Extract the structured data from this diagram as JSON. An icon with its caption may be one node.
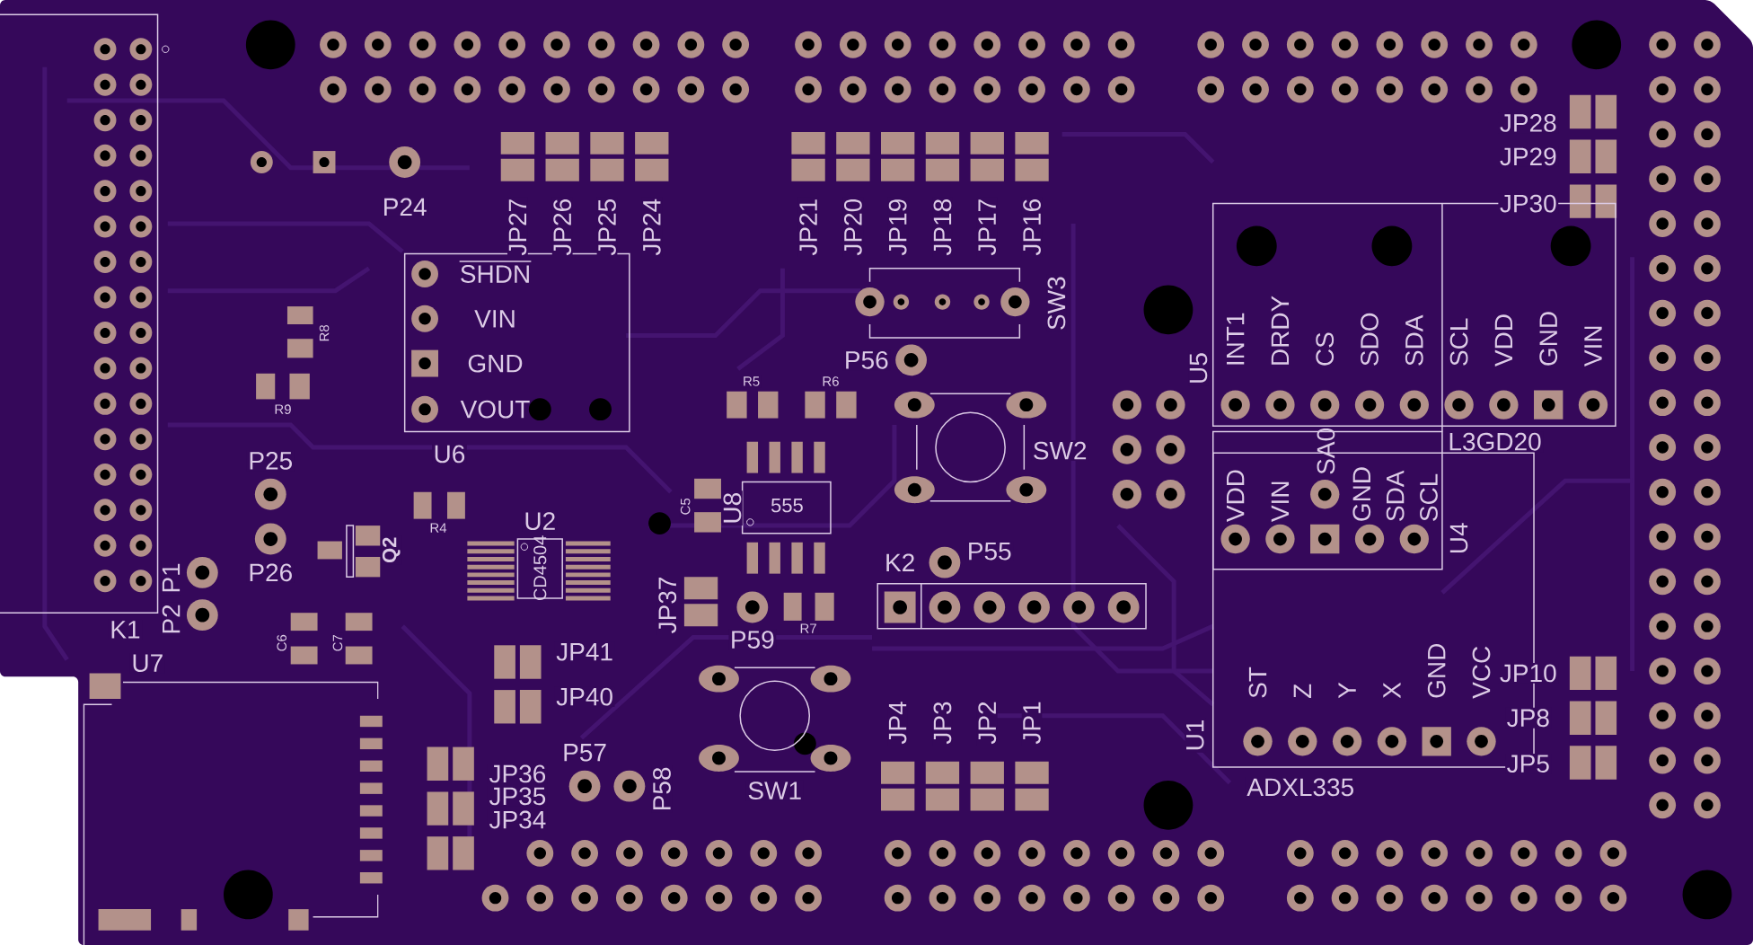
{
  "diagram": {
    "nodes": [
      {
        "text": [
          "SHDN",
          "VIN",
          "GND",
          "VOUT"
        ],
        "beside": [
          "U6"
        ]
      },
      {
        "text": [
          "CD4504"
        ],
        "beside": [
          "U2"
        ]
      },
      {
        "text": [
          "555"
        ],
        "beside": [
          "U8"
        ]
      },
      {
        "text": [
          "INT1",
          "DRDY",
          "CS",
          "SDO",
          "SDA",
          "SCL",
          "VDD",
          "GND",
          "VIN"
        ],
        "beside": [
          "U5",
          "L3GD20"
        ]
      },
      {
        "text": [
          "VDD",
          "VIN",
          "SA0",
          "GND",
          "SDA",
          "SCL"
        ],
        "beside": [
          "U4"
        ]
      },
      {
        "text": [
          "ST",
          "Z",
          "Y",
          "X",
          "GND",
          "VCC"
        ],
        "beside": [
          "U1",
          "ADXL335"
        ]
      }
    ],
    "labels": [
      "JP28",
      "JP29",
      "P24",
      "JP30",
      "JP27",
      "JP26",
      "JP25",
      "JP24",
      "JP21",
      "JP20",
      "JP19",
      "JP18",
      "JP17",
      "JP16",
      "SW3",
      "R8",
      "P56",
      "R5",
      "R6",
      "R9",
      "SW2",
      "P25",
      "C5",
      "R4",
      "Q2",
      "K2",
      "P55",
      "P26",
      "P1",
      "P2",
      "JP37",
      "R7",
      "P59",
      "K1",
      "C6",
      "C7",
      "JP41",
      "U7",
      "JP10",
      "JP40",
      "JP8",
      "JP4",
      "JP3",
      "JP2",
      "JP1",
      "P57",
      "JP5",
      "JP36",
      "JP35",
      "P58",
      "SW1",
      "JP34"
    ]
  }
}
